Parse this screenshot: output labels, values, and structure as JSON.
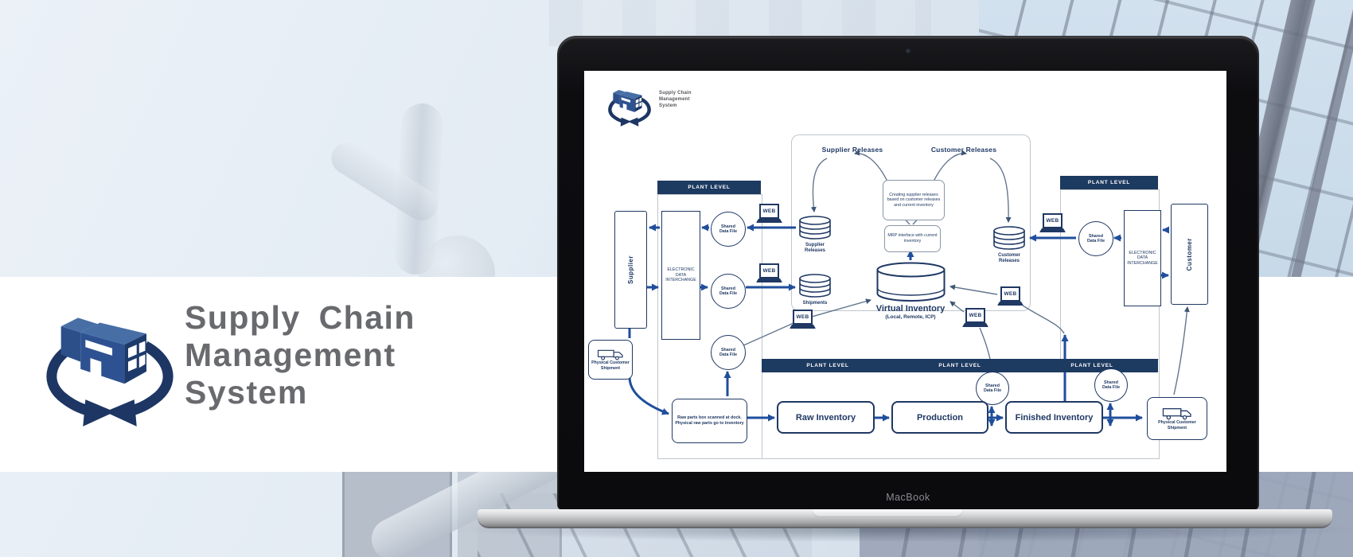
{
  "hero": {
    "title_lines": [
      "Supply Chain",
      "Management",
      "System"
    ]
  },
  "laptop": {
    "brand_label": "MacBook"
  },
  "screen": {
    "logo_lines": [
      "Supply Chain",
      "Management",
      "System"
    ],
    "diagram": {
      "plant_banners": [
        "PLANT LEVEL",
        "PLANT LEVEL",
        "PLANT LEVEL",
        "PLANT LEVEL",
        "PLANT LEVEL"
      ],
      "supplier_label": "Supplier",
      "customer_label": "Customer",
      "edi_left_label": "ELECTRONIC DATA INTERCHANGE",
      "edi_right_label": "ELECTRONIC DATA INTERCHANGE",
      "shared_data_files": [
        "Shared Data File",
        "Shared Data File",
        "Shared Data File",
        "Shared Data File",
        "Shared Data File",
        "Shared Data File"
      ],
      "web_terminals": [
        "WEB",
        "WEB",
        "WEB",
        "WEB",
        "WEB",
        "WEB"
      ],
      "supplier_releases_title": "Supplier Releases",
      "customer_releases_title": "Customer Releases",
      "creating_note": "Creating supplier releases based on customer releases and current inventory",
      "mrp_note": "MRP interface with current inventory",
      "cyl_supplier_releases": "Supplier Releases",
      "cyl_shipments": "Shipments",
      "cyl_customer_releases": "Customer Releases",
      "virtual_inventory_title": "Virtual Inventory",
      "virtual_inventory_sub": "(Local, Remote, ICP)",
      "physical_shipment_left": "Physical Customer Shipment",
      "physical_shipment_right": "Physical Customer Shipment",
      "raw_parts_note": "Raw parts box scanned at dock. Physical raw parts go to inventory",
      "flow_boxes": [
        "Raw Inventory",
        "Production",
        "Finished Inventory"
      ]
    }
  },
  "colors": {
    "navy": "#1f3864",
    "arrow_blue": "#1f4e9c",
    "banner_navy": "#1d3a60",
    "logo_blue": "#2c4f8a",
    "hero_text_gray": "#696a6e",
    "band_white": "#ffffff"
  }
}
